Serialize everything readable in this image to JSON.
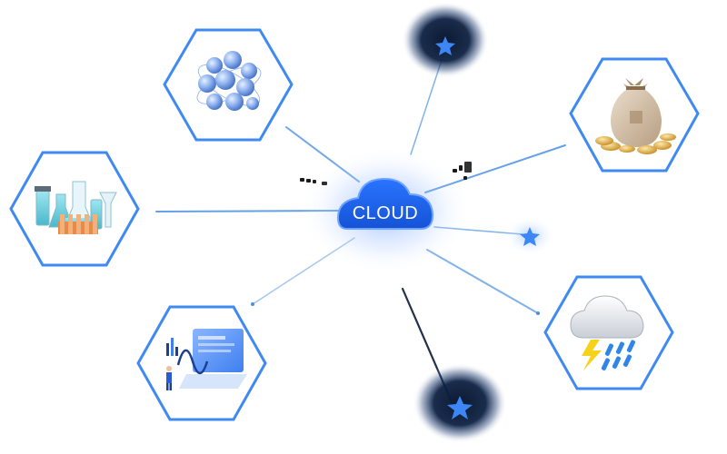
{
  "center": {
    "label": "CLOUD",
    "color": "#1d5ff0"
  },
  "colors": {
    "hex_stroke": "#3f8af2",
    "line": "#4a90e2",
    "star": "#3d86f5",
    "glow": "#0c1b33"
  },
  "nodes": [
    {
      "id": "atom",
      "icon": "molecule-icon"
    },
    {
      "id": "money",
      "icon": "money-bag-icon"
    },
    {
      "id": "lab",
      "icon": "lab-flasks-icon"
    },
    {
      "id": "analytics",
      "icon": "analytics-screen-icon"
    },
    {
      "id": "weather",
      "icon": "storm-cloud-icon"
    }
  ],
  "stars": [
    {
      "id": "star-top",
      "style": "glow"
    },
    {
      "id": "star-right",
      "style": "plain"
    },
    {
      "id": "star-bottom",
      "style": "glow"
    }
  ]
}
